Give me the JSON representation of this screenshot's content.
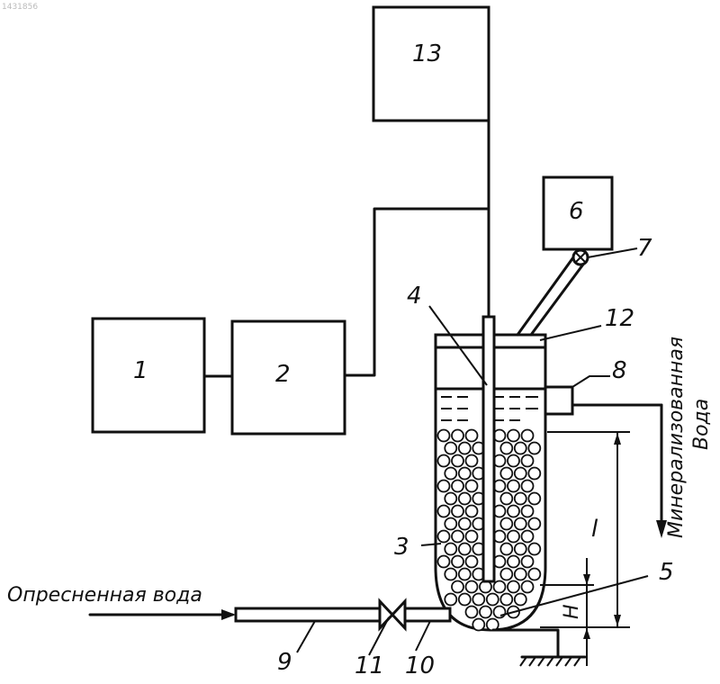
{
  "corner_mark": "1431856",
  "labels": {
    "n1": "1",
    "n2": "2",
    "n3": "3",
    "n4": "4",
    "n5": "5",
    "n6": "6",
    "n7": "7",
    "n8": "8",
    "n9": "9",
    "n10": "10",
    "n11": "11",
    "n12": "12",
    "n13": "13",
    "l": "l",
    "h": "H"
  },
  "captions": {
    "desalinated_water": "Опресненная вода",
    "mineralized_water_line1": "Минерализованная",
    "mineralized_water_line2": "Вода"
  }
}
